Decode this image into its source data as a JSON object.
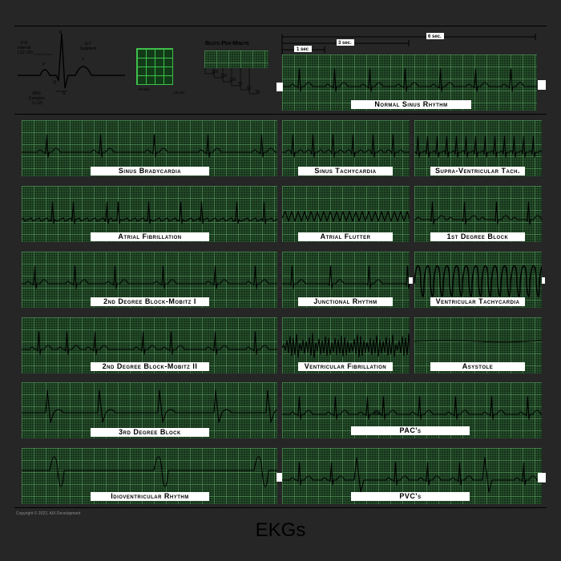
{
  "reference": {
    "pr_interval": "P-R",
    "pr_interval_2": "Interval",
    "pr_range": "(.12-.20)",
    "r_label": "R",
    "p_label": "P",
    "q_label": "Q",
    "s_label": "S",
    "t_label": "T",
    "st_segment": "S-T",
    "st_segment_2": "Segment",
    "qrs_complex": "QRS",
    "qrs_complex_2": "Complex",
    "qrs_range": "(<.12)",
    "grid_04": ".04 sec.",
    "grid_20": ".20 sec.",
    "bpm_title": "Beats-Per-Minute",
    "bpm_values": [
      "300",
      "150",
      "100",
      "75",
      "60",
      "50"
    ]
  },
  "timescale": {
    "one_sec": "1 sec",
    "three_sec": "3 sec.",
    "six_sec": "6 sec."
  },
  "strips": {
    "normal_sinus": "Normal Sinus Rhythm",
    "sinus_brady": "Sinus Bradycardia",
    "sinus_tachy": "Sinus Tachycardia",
    "svt": "Supra-Ventricular Tach.",
    "afib": "Atrial Fibrillation",
    "aflutter": "Atrial Flutter",
    "first_degree": "1st Degree Block",
    "mobitz1": "2nd Degree Block-Mobitz I",
    "junctional": "Junctional Rhythm",
    "vtach": "Ventricular Tachycardia",
    "mobitz2": "2nd Degree Block-Mobitz II",
    "vfib": "Ventricular Fibrillation",
    "asystole": "Asystole",
    "third_degree": "3rd Degree Block",
    "pacs": "PAC's",
    "idioventricular": "Idioventricular Rhythm",
    "pvcs": "PVC's"
  },
  "footer": {
    "copyright": "Copyright © 2022, AIX Development",
    "title": "EKGs"
  },
  "colors": {
    "background": "#262626",
    "strip": "#17331c",
    "grid": "#5aa05f",
    "trace": "#000000"
  }
}
